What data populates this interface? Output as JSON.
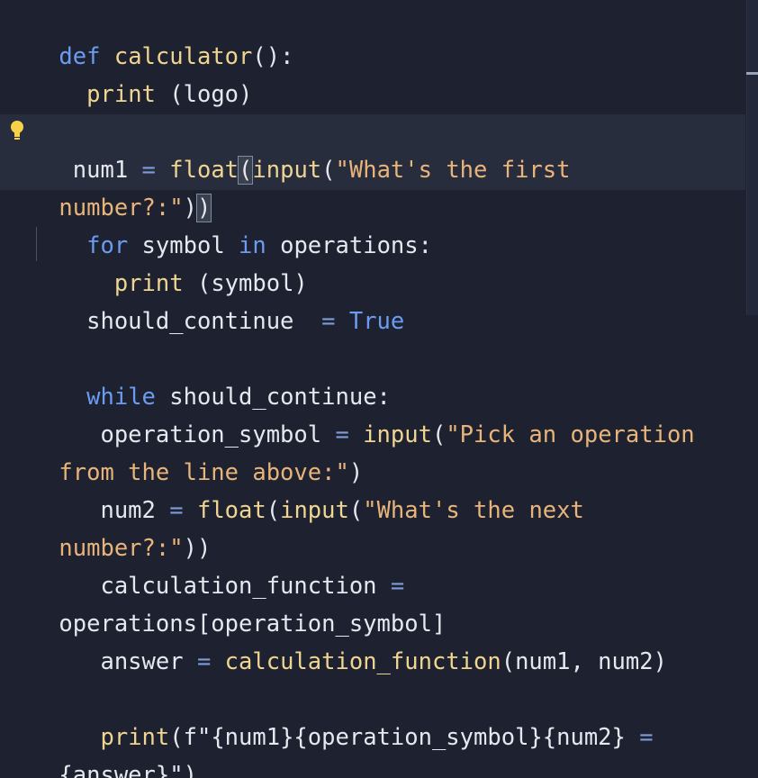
{
  "editor": {
    "lines": [
      {
        "parts": [
          "def",
          " ",
          "calculator",
          "():"
        ]
      },
      {
        "parts": [
          "  ",
          "print",
          " (logo)"
        ]
      },
      {
        "parts": [
          ""
        ]
      },
      {
        "parts": [
          " ",
          "num1",
          " = ",
          "float",
          "(",
          "input",
          "(",
          "\"What's the first"
        ]
      },
      {
        "parts": [
          "number?:\"",
          ")",
          ")"
        ]
      },
      {
        "parts": [
          "  ",
          "for",
          " symbol ",
          "in",
          " operations:"
        ]
      },
      {
        "parts": [
          "    ",
          "print",
          " (symbol)"
        ]
      },
      {
        "parts": [
          "  should_continue  ",
          "=",
          " ",
          "True"
        ]
      },
      {
        "parts": [
          ""
        ]
      },
      {
        "parts": [
          "  ",
          "while",
          " should_continue:"
        ]
      },
      {
        "parts": [
          "   operation_symbol ",
          "=",
          " ",
          "input",
          "(",
          "\"Pick an operation"
        ]
      },
      {
        "parts": [
          "from the line above:\"",
          ")"
        ]
      },
      {
        "parts": [
          "   num2 ",
          "=",
          " ",
          "float",
          "(",
          "input",
          "(",
          "\"What's the next"
        ]
      },
      {
        "parts": [
          "number?:\"",
          "))"
        ]
      },
      {
        "parts": [
          "   calculation_function ",
          "="
        ]
      },
      {
        "parts": [
          "operations[operation_symbol]"
        ]
      },
      {
        "parts": [
          "   answer ",
          "=",
          " ",
          "calculation_function",
          "(num1, num2)"
        ]
      },
      {
        "parts": [
          ""
        ]
      },
      {
        "parts": [
          "   ",
          "print",
          "(",
          "f\"{num1}{operation_symbol}{num2} ",
          "="
        ]
      },
      {
        "parts": [
          "{answer}\"",
          ")"
        ]
      }
    ]
  },
  "icons": {
    "lightbulb": "lightbulb-icon"
  },
  "colors": {
    "background": "#1e2230",
    "current_line": "#282d3d",
    "keyword": "#6b9cf1",
    "function": "#efd591",
    "string": "#e9b47a",
    "text": "#e6e8ef",
    "lightbulb": "#f5d24a"
  }
}
